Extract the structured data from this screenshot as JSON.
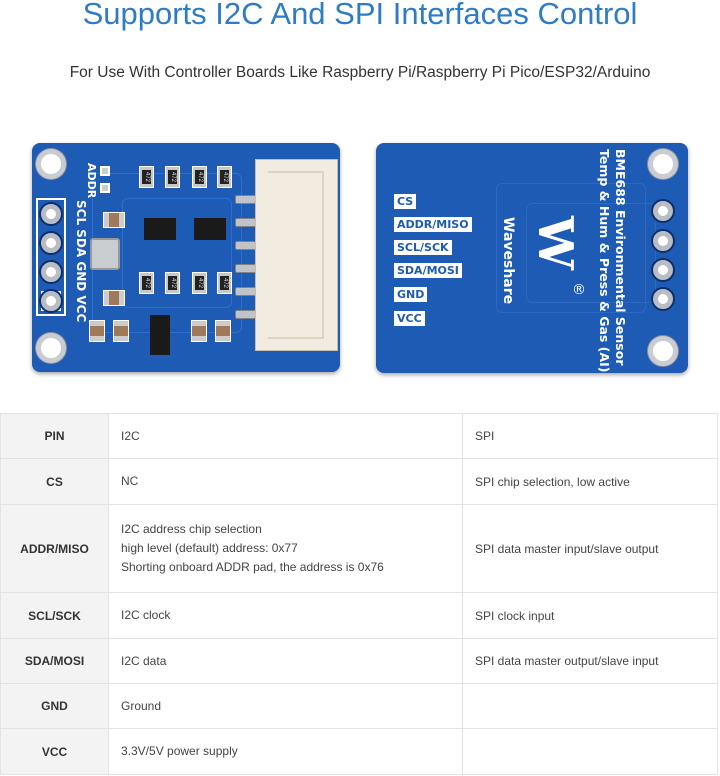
{
  "header": {
    "title": "Supports I2C And SPI Interfaces Control",
    "subtitle": "For Use With Controller Boards Like Raspberry Pi/Raspberry Pi Pico/ESP32/Arduino"
  },
  "front_board": {
    "addr_label": "ADDR",
    "pin_labels": "SCL SDA GND VCC",
    "resistor_marking": "472",
    "colors": {
      "pcb": "#1d5bb5",
      "connector": "#f2ebe0"
    }
  },
  "back_board": {
    "pin_labels": [
      "CS",
      "ADDR/MISO",
      "SCL/SCK",
      "SDA/MOSI",
      "GND",
      "VCC"
    ],
    "product_line1": "BME688 Environmental Sensor",
    "product_line2": "Temp & Hum & Press & Gas (AI)",
    "brand": "Waveshare",
    "registered_mark": "®"
  },
  "table": {
    "rows": [
      {
        "pin": "PIN",
        "i2c": [
          "I2C"
        ],
        "spi": "SPI",
        "h": 45
      },
      {
        "pin": "CS",
        "i2c": [
          "NC"
        ],
        "spi": "SPI chip selection, low active",
        "h": 46
      },
      {
        "pin": "ADDR/MISO",
        "i2c": [
          "I2C address chip selection",
          "high level (default) address: 0x77",
          "Shorting onboard ADDR pad, the address is 0x76"
        ],
        "spi": "SPI data master input/slave output",
        "h": 88
      },
      {
        "pin": "SCL/SCK",
        "i2c": [
          "I2C clock"
        ],
        "spi": "SPI clock input",
        "h": 46
      },
      {
        "pin": "SDA/MOSI",
        "i2c": [
          "I2C data"
        ],
        "spi": "SPI data master output/slave input",
        "h": 45
      },
      {
        "pin": "GND",
        "i2c": [
          "Ground"
        ],
        "spi": "",
        "h": 45
      },
      {
        "pin": "VCC",
        "i2c": [
          "3.3V/5V power supply"
        ],
        "spi": "",
        "h": 46
      }
    ]
  }
}
